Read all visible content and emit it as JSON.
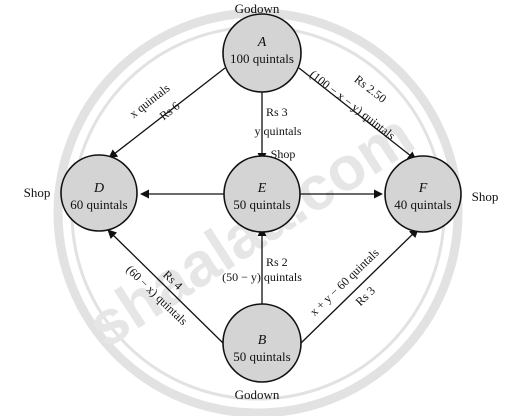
{
  "watermark": {
    "text": "shaalaa.com",
    "color": "#e4e4e4"
  },
  "colors": {
    "node_fill": "#d4d4d4",
    "stroke": "#111111",
    "background": "#ffffff"
  },
  "nodes": {
    "A": {
      "letter": "A",
      "qty": "100 quintals",
      "role": "Godown"
    },
    "B": {
      "letter": "B",
      "qty": "50 quintals",
      "role": "Godown"
    },
    "D": {
      "letter": "D",
      "qty": "60 quintals",
      "role": "Shop"
    },
    "E": {
      "letter": "E",
      "qty": "50 quintals",
      "role": "Shop"
    },
    "F": {
      "letter": "F",
      "qty": "40 quintals",
      "role": "Shop"
    }
  },
  "edges": {
    "A_D": {
      "qty": "x quintals",
      "cost": "Rs 6"
    },
    "A_E": {
      "cost": "Rs 3",
      "qty": "y quintals"
    },
    "A_F": {
      "cost": "Rs 2.50",
      "qty": "(100 − x − y) quintals"
    },
    "B_E": {
      "cost": "Rs 2",
      "qty": "(50 − y) quintals"
    },
    "B_D": {
      "cost": "Rs 4",
      "qty": "(60 − x) quintals"
    },
    "B_F": {
      "qty": "x + y − 60 quintals",
      "cost": "Rs 3"
    }
  }
}
